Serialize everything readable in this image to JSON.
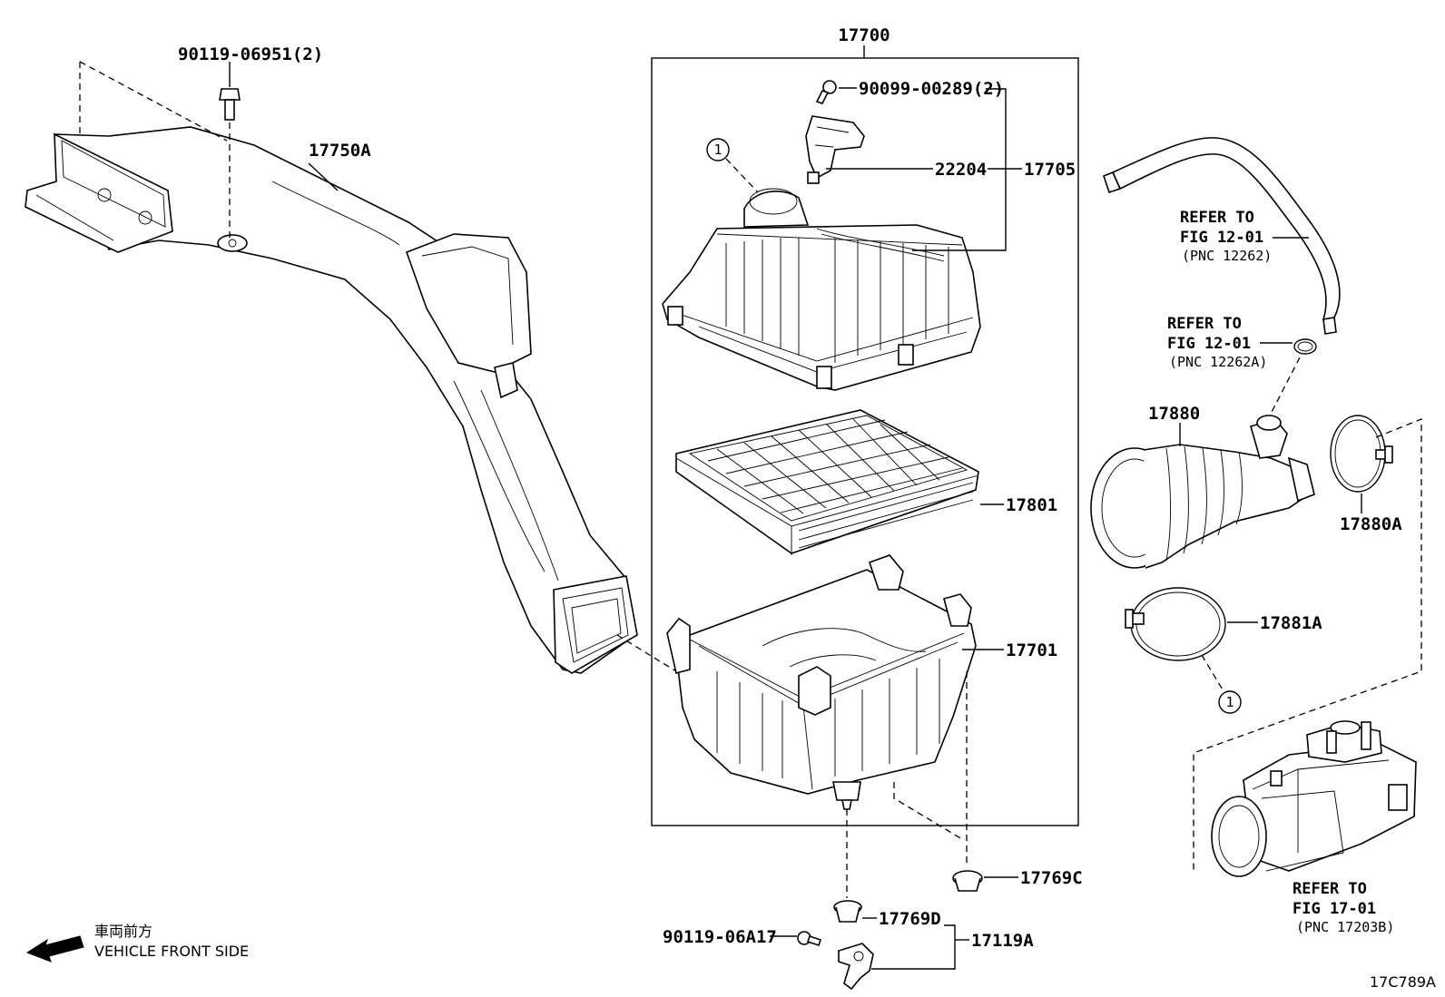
{
  "labels": {
    "assembly_17700": "17700",
    "bolt_90119_06951": "90119-06951(2)",
    "duct_17750A": "17750A",
    "screw_90099_00289": "90099-00289(2)",
    "sensor_22204": "22204",
    "cap_17705": "17705",
    "element_17801": "17801",
    "case_17701": "17701",
    "grommet_17769C": "17769C",
    "grommet_17769D": "17769D",
    "bolt_90119_06A17": "90119-06A17",
    "bracket_17119A": "17119A",
    "hose_17880": "17880",
    "clamp_17880A": "17880A",
    "clamp_17881A": "17881A",
    "circle_ref_1": "1",
    "circle_ref_2": "1"
  },
  "refer_notes": [
    {
      "line1": "REFER TO",
      "line2": "FIG 12-01",
      "line3": "(PNC 12262)"
    },
    {
      "line1": "REFER TO",
      "line2": "FIG 12-01",
      "line3": "(PNC 12262A)"
    },
    {
      "line1": "REFER TO",
      "line2": "FIG 17-01",
      "line3": "(PNC 17203B)"
    }
  ],
  "legend": {
    "japanese": "車両前方",
    "english": "VEHICLE FRONT SIDE"
  },
  "diagram_code": "17C789A"
}
